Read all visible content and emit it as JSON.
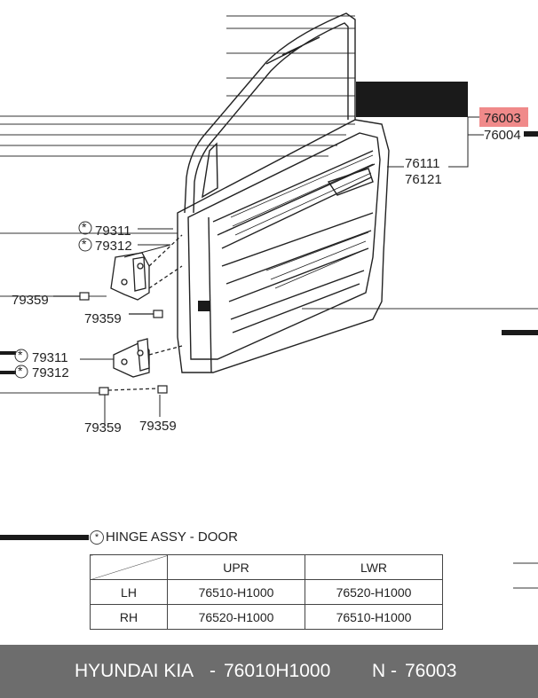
{
  "callouts": {
    "part_76003": "76003",
    "part_76004": "76004",
    "part_76111": "76111",
    "part_76121": "76121",
    "upper_hinge_79311": "79311",
    "upper_hinge_79312": "79312",
    "upper_bolt_left": "79359",
    "upper_bolt_right": "79359",
    "lower_hinge_79311": "79311",
    "lower_hinge_79312": "79312",
    "lower_bolt_left": "79359",
    "lower_bolt_right": "79359",
    "asterisk": "*"
  },
  "highlight_color": "#f08a8a",
  "note": {
    "symbol": "*",
    "text": "HINGE ASSY - DOOR"
  },
  "hinge_table": {
    "headers": [
      "",
      "UPR",
      "LWR"
    ],
    "rows": [
      {
        "side": "LH",
        "upr": "76510-H1000",
        "lwr": "76520-H1000"
      },
      {
        "side": "RH",
        "upr": "76520-H1000",
        "lwr": "76510-H1000"
      }
    ]
  },
  "footer": {
    "brand": "HYUNDAI  KIA",
    "separator": "-",
    "part_number": "76010H1000",
    "n_prefix": "N -",
    "n_value": "76003"
  }
}
